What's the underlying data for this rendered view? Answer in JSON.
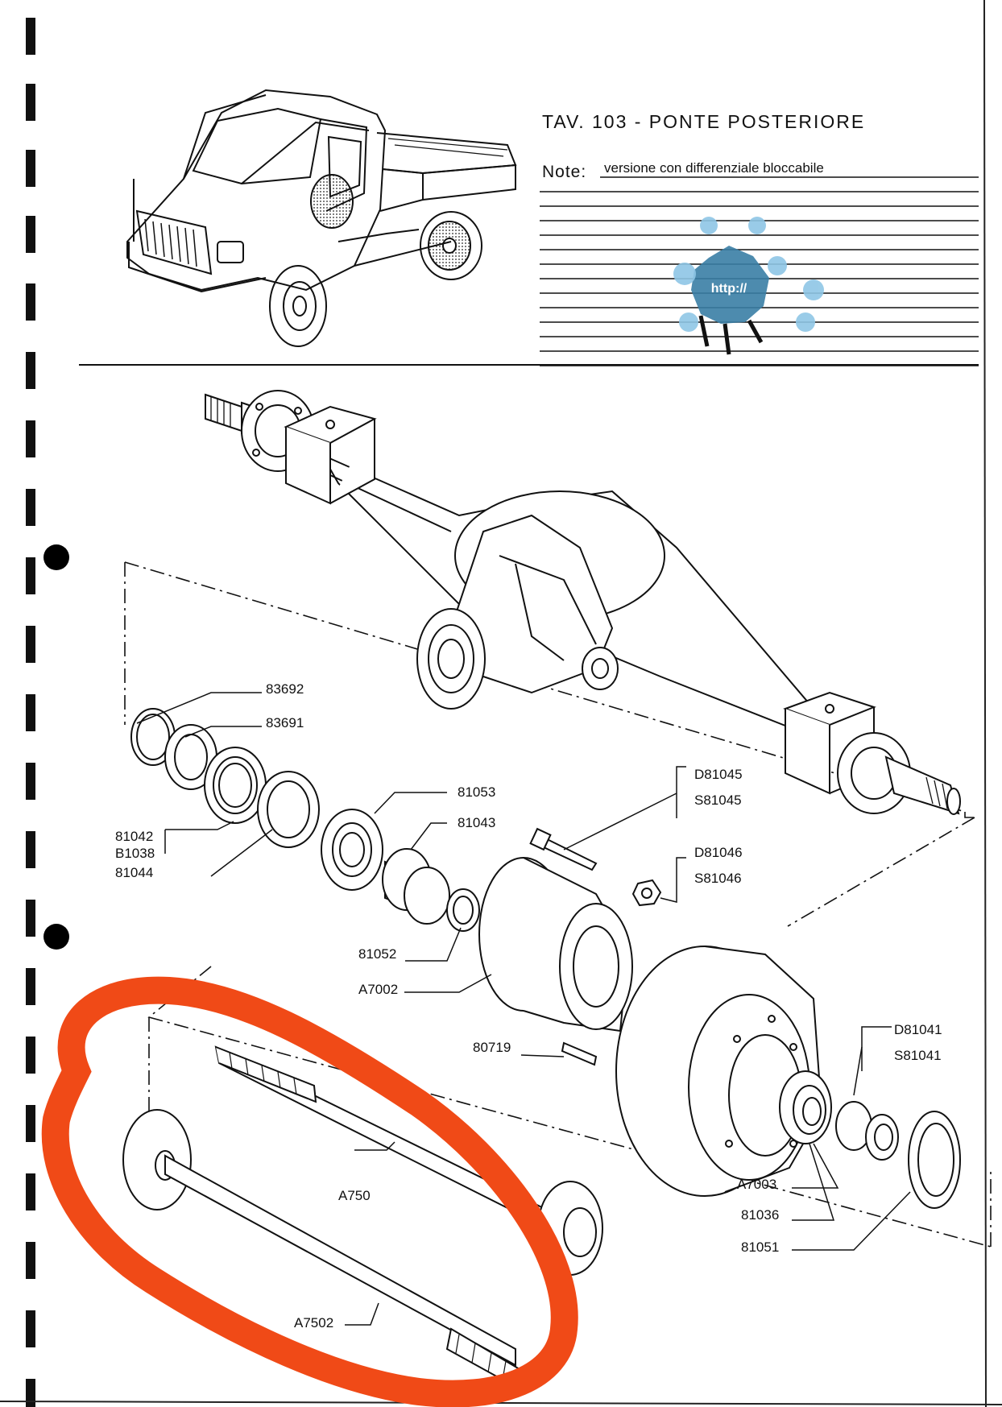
{
  "header": {
    "title": "TAV. 103 - PONTE POSTERIORE",
    "note_label": "Note:",
    "note_text": "versione con differenziale bloccabile"
  },
  "watermark": {
    "text": "http://",
    "colors": [
      "#2a6f97",
      "#5aa0c8",
      "#8fc6e6"
    ]
  },
  "parts": {
    "p83692": "83692",
    "p83691": "83691",
    "p81042": "81042",
    "pB1038": "B1038",
    "p81044": "81044",
    "p81053": "81053",
    "p81043": "81043",
    "p81052": "81052",
    "pA7002": "A7002",
    "pD81045": "D81045",
    "pS81045": "S81045",
    "pD81046": "D81046",
    "pS81046": "S81046",
    "p80719": "80719",
    "pD81041": "D81041",
    "pS81041": "S81041",
    "pA7003": "A7003",
    "p81036": "81036",
    "p81051": "81051",
    "pA7501": "A750",
    "pA7502": "A7502"
  },
  "highlight": {
    "color": "#f04a17"
  }
}
